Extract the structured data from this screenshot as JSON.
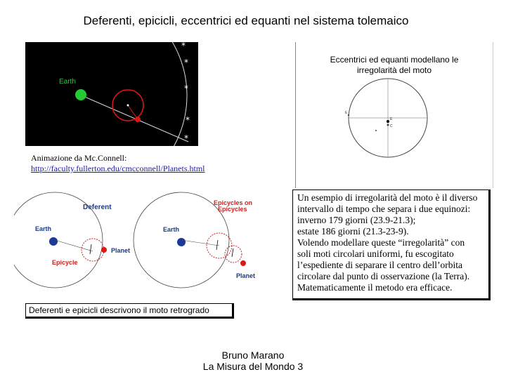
{
  "slide": {
    "title": "Deferenti, epicicli, eccentrici ed equanti nel sistema tolemaico"
  },
  "animation": {
    "earth_label": "Earth",
    "credit_line1": "Animazione da Mc.Connell:",
    "credit_link": "http://faculty.fullerton.edu/cmcconnell/Planets.html"
  },
  "eccentric_panel": {
    "title_line1": "Eccentrici ed equanti modellano le",
    "title_line2": "irregolarità del moto",
    "label_e": "E",
    "label_c": "C",
    "label_e2": "E"
  },
  "epicycle_figure": {
    "deferent_label": "Deferent",
    "earth_label_left": "Earth",
    "planet_label_left": "Planet",
    "epicycle_label": "Epicycle",
    "epicycles_on_label_line1": "Epicycles on",
    "epicycles_on_label_line2": "Epicycles",
    "earth_label_right": "Earth",
    "planet_label_right": "Planet"
  },
  "explanation": {
    "lines": [
      "Un esempio di irregolarità del moto è il diverso",
      "intervallo di tempo che separa i due equinozi:",
      "inverno 179 giorni (23.9-21.3);",
      "estate 186 giorni (21.3-23-9).",
      "Volendo modellare queste “irregolarità” con",
      "soli moti circolari uniformi, fu escogitato",
      "l’espediente di separare il centro dell’orbita",
      "circolare dal punto di  osservazione (la Terra).",
      "Matematicamente il metodo era  efficace."
    ]
  },
  "caption": "Deferenti e epicicli descrivono il moto retrogrado",
  "footer": {
    "line1": "Bruno Marano",
    "line2": "La Misura del Mondo 3"
  },
  "colors": {
    "earth_green": "#22cc33",
    "earth_blue": "#1a3a9a",
    "planet_red": "#e01515",
    "epicycle_red": "#cc2222",
    "label_blue": "#1a3a8a",
    "label_red": "#cc2222"
  }
}
